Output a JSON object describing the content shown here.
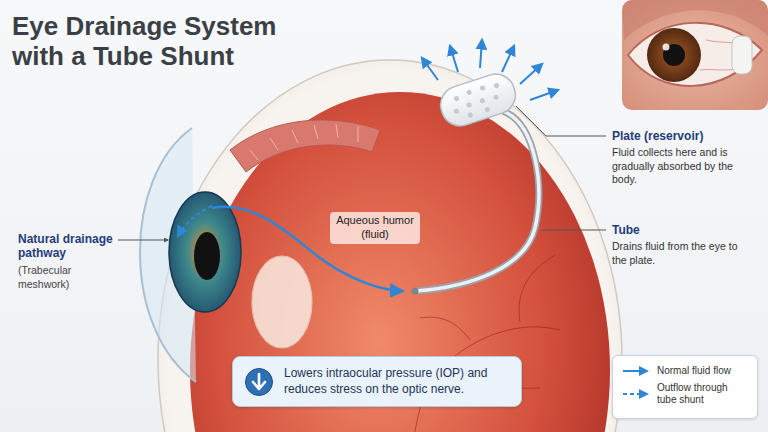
{
  "diagram": {
    "title": "Eye Drainage System with a Tube Shunt",
    "nodes": [
      {
        "text": [
          "Lowers intraocular pressure (IOP) and reduces stress on the optic nerve."
        ]
      }
    ],
    "labels": [
      "Natural drainage pathway",
      "(Trabecular meshwork)",
      "Aqueous humor (fluid)",
      "Plate (reservoir)",
      "Fluid collects here and is gradually absorbed by the body.",
      "Tube",
      "Drains fluid from the eye to the plate."
    ],
    "legend": [
      {
        "text": "Normal fluid flow"
      },
      {
        "text": "Outflow through tube shunt"
      }
    ]
  }
}
